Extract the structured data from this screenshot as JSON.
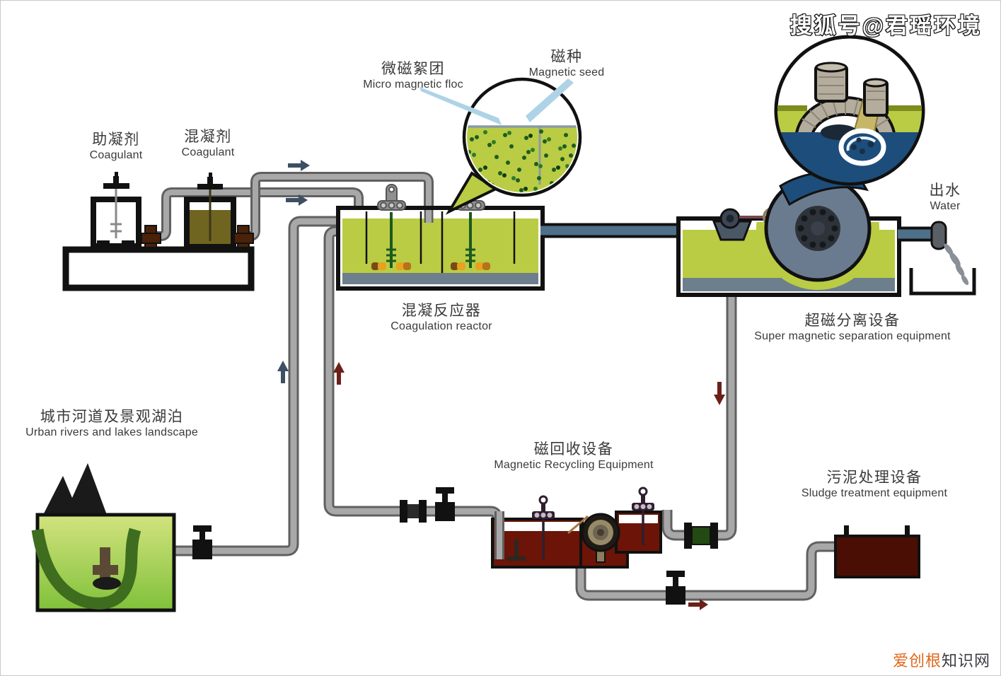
{
  "watermarks": {
    "top_right": "搜狐号@君瑶环境",
    "bottom_right_highlight": "爱创根",
    "bottom_right_rest": "知识网"
  },
  "labels": {
    "micro_floc": {
      "zh": "微磁絮团",
      "en": "Micro magnetic floc"
    },
    "magnetic_seed": {
      "zh": "磁种",
      "en": "Magnetic seed"
    },
    "coagulant_aid": {
      "zh": "助凝剂",
      "en": "Coagulant"
    },
    "coagulant": {
      "zh": "混凝剂",
      "en": "Coagulant"
    },
    "reactor": {
      "zh": "混凝反应器",
      "en": "Coagulation reactor"
    },
    "separator": {
      "zh": "超磁分离设备",
      "en": "Super magnetic separation equipment"
    },
    "water_out": {
      "zh": "出水",
      "en": "Water"
    },
    "river": {
      "zh": "城市河道及景观湖泊",
      "en": "Urban rivers and lakes landscape"
    },
    "recycling": {
      "zh": "磁回收设备",
      "en": "Magnetic Recycling Equipment"
    },
    "sludge": {
      "zh": "污泥处理设备",
      "en": "Sludge treatment equipment"
    }
  },
  "colors": {
    "liquid_green": "#b9cc44",
    "tank_bottom_band": "#6d7e8c",
    "pipe_gray": "#a8a8a8",
    "clarified_pipe_blue": "#4e7088",
    "recycling_maroon": "#6b1407",
    "sludge_dark": "#4a0e05",
    "seed_water_navy": "#1d4d7a",
    "arrow_navy": "#3d4f63",
    "arrow_red": "#6b2019",
    "dosing_olive": "#6f6520",
    "pointer_blue": "#aed3e6",
    "label_text": "#3a3a3a",
    "watermark_orange": "#e2671c"
  }
}
